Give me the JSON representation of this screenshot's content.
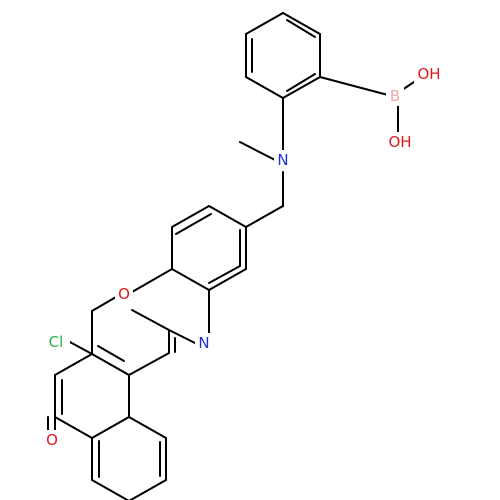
{
  "colors": {
    "bond": "#000000",
    "background": "#ffffff",
    "Cl": "#2db24a",
    "O": "#e0191b",
    "N": "#2030d8",
    "B": "#f2a8a8",
    "OH": "#e0191b"
  },
  "atoms": {
    "cl": "Cl",
    "o_ring": "O",
    "o_ketone": "O",
    "n_ring": "N",
    "n_amine": "N",
    "b": "B",
    "oh_top": "OH",
    "oh_bottom": "OH"
  }
}
